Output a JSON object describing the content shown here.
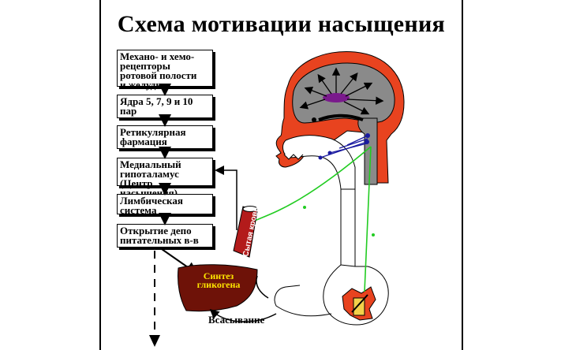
{
  "title": "Схема мотивации насыщения",
  "boxes": [
    {
      "id": "receptors",
      "text": "Механо- и хемо-\nрецепторы\nротовой полости\nи желудка"
    },
    {
      "id": "nuclei",
      "text": "Ядра 5, 7, 9 и 10\nпар"
    },
    {
      "id": "reticular",
      "text": "Ретикулярная\nфармация"
    },
    {
      "id": "hypothalamus",
      "text": "Медиальный\nгипоталамус\n(Центр насыщения)"
    },
    {
      "id": "limbic",
      "text": "Лимбическая\nсистема"
    },
    {
      "id": "depot",
      "text": "Открытие депо\nпитательных в-в"
    }
  ],
  "labels": {
    "blood": "Сытая кровь",
    "liver": "Синтез\nгликогена",
    "absorption": "Всасывание"
  },
  "colors": {
    "head": "#e8431f",
    "brain": "#8a8a8a",
    "hypothalamus": "#7a1a8c",
    "nerve": "#22cc22",
    "blood_vessel": "#b31b1b",
    "liver": "#6e1208",
    "liver_text": "#ffe600",
    "receptor_dot": "#1a1aa0"
  }
}
